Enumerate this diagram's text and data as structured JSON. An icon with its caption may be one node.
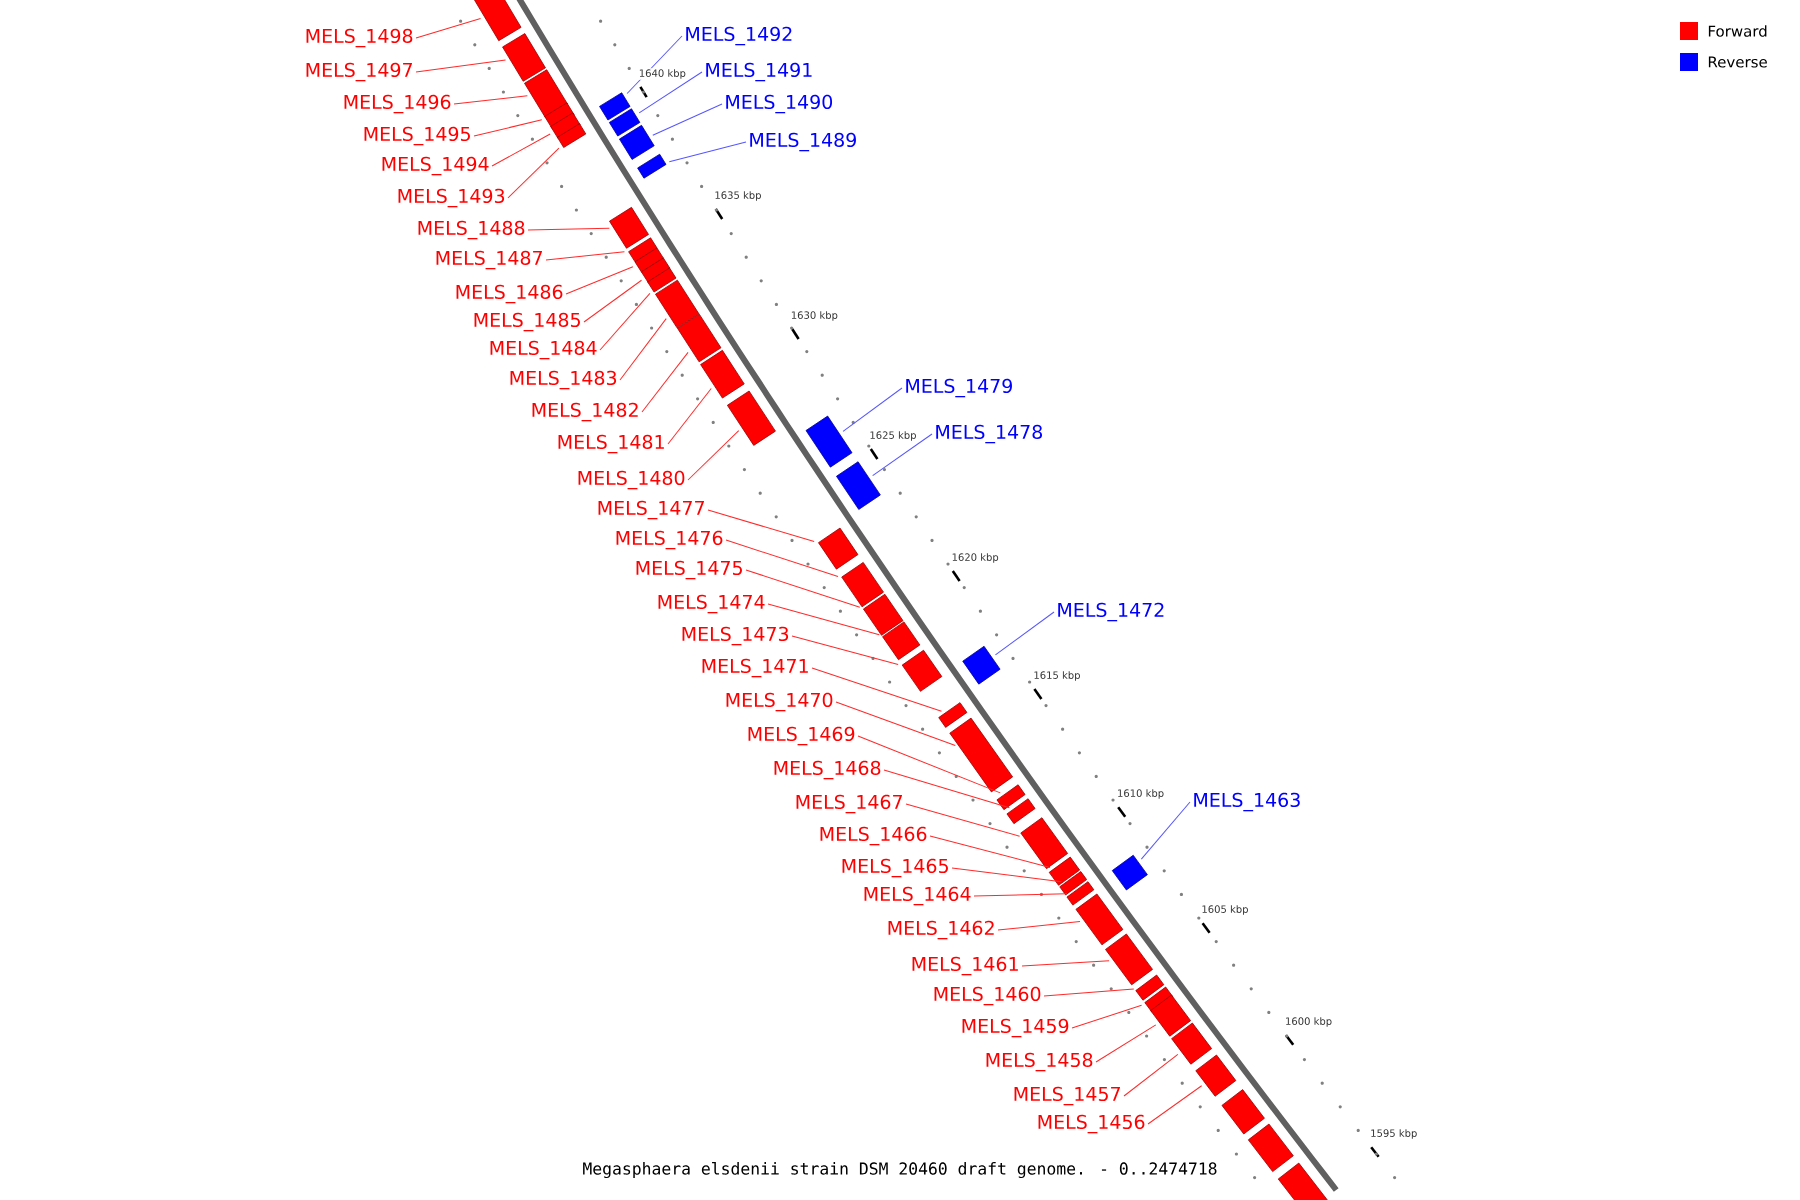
{
  "diagram": {
    "caption": "Megasphaera elsdenii strain DSM 20460 draft genome. - 0..2474718",
    "nodes": [
      {
        "text": [
          "MELS_1498"
        ]
      },
      {
        "text": [],
        "shape": "box"
      },
      {
        "text": [
          "MELS_1492"
        ]
      },
      {
        "text": [],
        "shape": "box"
      },
      {
        "text": [
          "MELS_1497"
        ]
      },
      {
        "text": [],
        "shape": "box"
      },
      {
        "text": [
          "MELS_1491"
        ]
      },
      {
        "text": [],
        "shape": "box"
      },
      {
        "text": [
          "MELS_1496"
        ]
      },
      {
        "text": [],
        "shape": "box"
      },
      {
        "text": [
          "MELS_1490"
        ]
      },
      {
        "text": [],
        "shape": "box"
      },
      {
        "text": [
          "MELS_1495"
        ]
      },
      {
        "text": [],
        "shape": "box"
      },
      {
        "text": [
          "MELS_1489"
        ]
      },
      {
        "text": [],
        "shape": "box"
      },
      {
        "text": [
          "MELS_1494"
        ]
      },
      {
        "text": [],
        "shape": "box"
      },
      {
        "text": [
          "MELS_1493"
        ]
      },
      {
        "text": [],
        "shape": "box"
      },
      {
        "text": [
          "MELS_1488"
        ]
      },
      {
        "text": [],
        "shape": "box"
      },
      {
        "text": [
          "MELS_1487"
        ]
      },
      {
        "text": [],
        "shape": "box"
      },
      {
        "text": [
          "MELS_1486"
        ]
      },
      {
        "text": [],
        "shape": "box"
      },
      {
        "text": [
          "MELS_1485"
        ]
      },
      {
        "text": [],
        "shape": "box"
      },
      {
        "text": [
          "MELS_1484"
        ]
      },
      {
        "text": [],
        "shape": "box"
      },
      {
        "text": [
          "MELS_1483"
        ]
      },
      {
        "text": [],
        "shape": "box"
      },
      {
        "text": [
          "MELS_1482"
        ]
      },
      {
        "text": [],
        "shape": "box"
      },
      {
        "text": [
          "MELS_1479"
        ]
      },
      {
        "text": [],
        "shape": "box"
      },
      {
        "text": [
          "MELS_1481"
        ]
      },
      {
        "text": [],
        "shape": "box"
      },
      {
        "text": [
          "MELS_1478"
        ]
      },
      {
        "text": [],
        "shape": "box"
      },
      {
        "text": [
          "MELS_1480"
        ]
      },
      {
        "text": [],
        "shape": "box"
      },
      {
        "text": [
          "MELS_1477"
        ]
      },
      {
        "text": [],
        "shape": "box"
      },
      {
        "text": [
          "MELS_1476"
        ]
      },
      {
        "text": [],
        "shape": "box"
      },
      {
        "text": [
          "MELS_1475"
        ]
      },
      {
        "text": [],
        "shape": "box"
      },
      {
        "text": [
          "MELS_1474"
        ]
      },
      {
        "text": [],
        "shape": "box"
      },
      {
        "text": [
          "MELS_1472"
        ]
      },
      {
        "text": [],
        "shape": "box"
      },
      {
        "text": [
          "MELS_1473"
        ]
      },
      {
        "text": [],
        "shape": "box"
      },
      {
        "text": [
          "MELS_1471"
        ]
      },
      {
        "text": [],
        "shape": "box"
      },
      {
        "text": [
          "MELS_1470"
        ]
      },
      {
        "text": [],
        "shape": "box"
      },
      {
        "text": [
          "MELS_1469"
        ]
      },
      {
        "text": [],
        "shape": "box"
      },
      {
        "text": [
          "MELS_1468"
        ]
      },
      {
        "text": [],
        "shape": "box"
      },
      {
        "text": [
          "MELS_1463"
        ]
      },
      {
        "text": [],
        "shape": "box"
      },
      {
        "text": [
          "MELS_1467"
        ]
      },
      {
        "text": [],
        "shape": "box"
      },
      {
        "text": [
          "MELS_1466"
        ]
      },
      {
        "text": [],
        "shape": "box"
      },
      {
        "text": [
          "MELS_1465"
        ]
      },
      {
        "text": [],
        "shape": "box"
      },
      {
        "text": [
          "MELS_1464"
        ]
      },
      {
        "text": [],
        "shape": "box"
      },
      {
        "text": [
          "MELS_1462"
        ]
      },
      {
        "text": [],
        "shape": "box"
      },
      {
        "text": [
          "MELS_1461"
        ]
      },
      {
        "text": [],
        "shape": "box"
      },
      {
        "text": [
          "MELS_1460"
        ]
      },
      {
        "text": [],
        "shape": "box"
      },
      {
        "text": [
          "MELS_1459"
        ]
      },
      {
        "text": [],
        "shape": "box"
      },
      {
        "text": [
          "MELS_1458"
        ]
      },
      {
        "text": [],
        "shape": "box"
      },
      {
        "text": [
          "MELS_1457"
        ]
      },
      {
        "text": [],
        "shape": "box"
      },
      {
        "text": [
          "MELS_1456"
        ]
      },
      {
        "text": [],
        "shape": "box"
      },
      {
        "text": [],
        "shape": "box"
      },
      {
        "text": [],
        "shape": "box"
      },
      {
        "text": [],
        "shape": "box"
      }
    ],
    "edges": [
      {
        "from": 0,
        "to": 1,
        "arrow": "none"
      },
      {
        "from": 2,
        "to": 3,
        "arrow": "none",
        "color": "#5555ff"
      },
      {
        "from": 4,
        "to": 5,
        "arrow": "none"
      },
      {
        "from": 6,
        "to": 7,
        "arrow": "none",
        "color": "#5555ff"
      },
      {
        "from": 8,
        "to": 9,
        "arrow": "none"
      },
      {
        "from": 10,
        "to": 11,
        "arrow": "none",
        "color": "#5555ff"
      },
      {
        "from": 12,
        "to": 13,
        "arrow": "none"
      },
      {
        "from": 14,
        "to": 15,
        "arrow": "none",
        "color": "#5555ff"
      },
      {
        "from": 16,
        "to": 17,
        "arrow": "none"
      },
      {
        "from": 18,
        "to": 19,
        "arrow": "none"
      },
      {
        "from": 20,
        "to": 21,
        "arrow": "none"
      },
      {
        "from": 22,
        "to": 23,
        "arrow": "none"
      },
      {
        "from": 24,
        "to": 25,
        "arrow": "none"
      },
      {
        "from": 26,
        "to": 27,
        "arrow": "none"
      },
      {
        "from": 28,
        "to": 29,
        "arrow": "none"
      },
      {
        "from": 30,
        "to": 31,
        "arrow": "none"
      },
      {
        "from": 32,
        "to": 33,
        "arrow": "none"
      },
      {
        "from": 34,
        "to": 35,
        "arrow": "none",
        "color": "#5555ff"
      },
      {
        "from": 36,
        "to": 37,
        "arrow": "none"
      },
      {
        "from": 38,
        "to": 39,
        "arrow": "none",
        "color": "#5555ff"
      },
      {
        "from": 40,
        "to": 41,
        "arrow": "none"
      },
      {
        "from": 42,
        "to": 43,
        "arrow": "none"
      },
      {
        "from": 44,
        "to": 45,
        "arrow": "none"
      },
      {
        "from": 46,
        "to": 47,
        "arrow": "none"
      },
      {
        "from": 48,
        "to": 49,
        "arrow": "none"
      },
      {
        "from": 50,
        "to": 51,
        "arrow": "none",
        "color": "#5555ff"
      },
      {
        "from": 52,
        "to": 53,
        "arrow": "none"
      },
      {
        "from": 54,
        "to": 55,
        "arrow": "none"
      },
      {
        "from": 56,
        "to": 57,
        "arrow": "none"
      },
      {
        "from": 58,
        "to": 59,
        "arrow": "none"
      },
      {
        "from": 60,
        "to": 61,
        "arrow": "none"
      },
      {
        "from": 62,
        "to": 63,
        "arrow": "none",
        "color": "#5555ff"
      },
      {
        "from": 64,
        "to": 65,
        "arrow": "none"
      },
      {
        "from": 66,
        "to": 67,
        "arrow": "none"
      },
      {
        "from": 68,
        "to": 69,
        "arrow": "none"
      },
      {
        "from": 70,
        "to": 71,
        "arrow": "none"
      },
      {
        "from": 72,
        "to": 73,
        "arrow": "none"
      },
      {
        "from": 74,
        "to": 75,
        "arrow": "none"
      },
      {
        "from": 76,
        "to": 77,
        "arrow": "none"
      },
      {
        "from": 78,
        "to": 79,
        "arrow": "none"
      },
      {
        "from": 80,
        "to": 81,
        "arrow": "none"
      },
      {
        "from": 82,
        "to": 83,
        "arrow": "none"
      },
      {
        "from": 84,
        "to": 85,
        "arrow": "none"
      }
    ],
    "labels": [
      "1640 kbp",
      "1635 kbp",
      "1630 kbp",
      "1625 kbp",
      "1620 kbp",
      "1615 kbp",
      "1610 kbp",
      "1605 kbp",
      "1600 kbp",
      "1595 kbp"
    ],
    "legend": [
      {
        "text": "Forward",
        "color": "#ff0000"
      },
      {
        "text": "Reverse",
        "color": "#0000ff"
      }
    ]
  }
}
